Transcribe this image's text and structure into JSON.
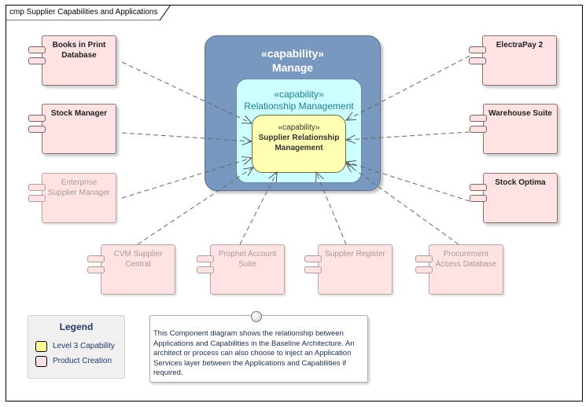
{
  "diagram": {
    "frame_label": "cmp Supplier Capabilities and Applications",
    "capabilities": {
      "manage": {
        "stereotype": "«capability»",
        "name": "Manage",
        "color": "#7898bf"
      },
      "relationship_management": {
        "stereotype": "«capability»",
        "name": "Relationship Management",
        "color": "#ccffff"
      },
      "supplier_relationship_management": {
        "stereotype": "«capability»",
        "name": "Supplier Relationship Management",
        "color": "#ffffb3"
      }
    },
    "components": [
      {
        "id": "books-in-print-database",
        "name": "Books in Print Database",
        "faded": false
      },
      {
        "id": "stock-manager",
        "name": "Stock Manager",
        "faded": false
      },
      {
        "id": "enterprise-supplier-manager",
        "name": "Enterprise Supplier Manager",
        "faded": true
      },
      {
        "id": "cvm-supplier-central",
        "name": "CVM Supplier Central",
        "faded": true
      },
      {
        "id": "prophet-account-suite",
        "name": "Prophet Account Suite",
        "faded": true
      },
      {
        "id": "supplier-register",
        "name": "Supplier Register",
        "faded": true
      },
      {
        "id": "procurement-access-database",
        "name": "Procurement Access Database",
        "faded": true
      },
      {
        "id": "electrapay-2",
        "name": "ElectraPay 2",
        "faded": false
      },
      {
        "id": "warehouse-suite",
        "name": "Warehouse Suite",
        "faded": false
      },
      {
        "id": "stock-optima",
        "name": "Stock Optima",
        "faded": false
      }
    ],
    "connector_style": "dashed realization arrow",
    "connector_target": "Supplier Relationship Management",
    "legend": {
      "title": "Legend",
      "items": [
        {
          "label": "Level 3 Capability",
          "color": "#ffff99"
        },
        {
          "label": "Product Creation",
          "color": "#ffe3e3"
        }
      ]
    },
    "note": {
      "text": "This Component diagram shows the relationship between Applications and Capabilities in the Baseline Architecture. An architect or process can also choose to inject an Application Services layer between the Applications and Capabilities if required."
    }
  }
}
